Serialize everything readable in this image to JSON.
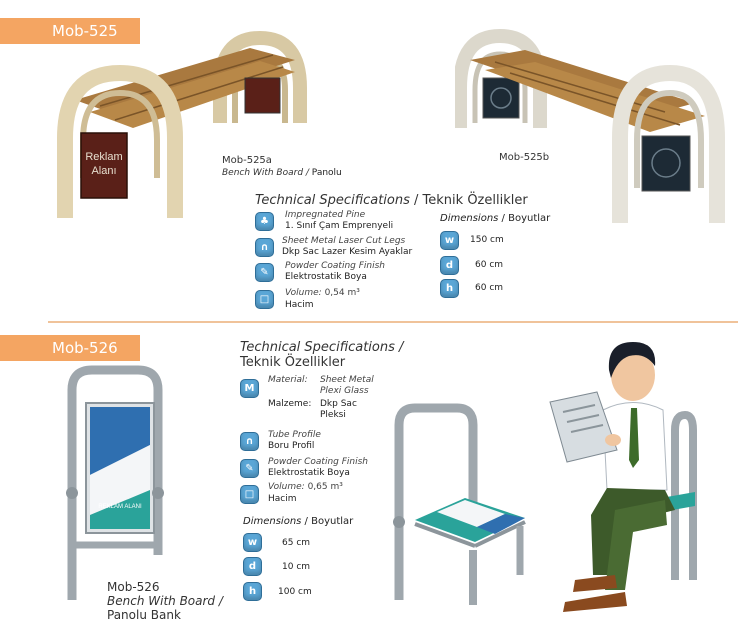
{
  "sections": [
    {
      "code": "Mob-525",
      "variant_a": {
        "code": "Mob-525a",
        "desc_en": "Bench With Board",
        "desc_sep": " / ",
        "desc_tr": "Panolu",
        "board_text": "Reklam Alanı"
      },
      "variant_b": {
        "code": "Mob-525b"
      },
      "specs_title_en": "Technical Specifications",
      "specs_title_sep": " / ",
      "specs_title_tr": "Teknik Özellikler",
      "specs": [
        {
          "icon": "pine-icon",
          "glyph": "♣",
          "en": "Impregnated Pine",
          "tr": "1. Sınıf Çam Emprenyeli"
        },
        {
          "icon": "legs-icon",
          "glyph": "∩",
          "en": "Sheet Metal Laser Cut Legs",
          "tr": "Dkp Sac Lazer Kesim Ayaklar"
        },
        {
          "icon": "paint-icon",
          "glyph": "✎",
          "en": "Powder Coating Finish",
          "tr": "Elektrostatik Boya"
        },
        {
          "icon": "volume-icon",
          "glyph": "□",
          "en": "Volume:",
          "value": "0,54 m³",
          "tr": "Hacim"
        }
      ],
      "dimensions_en": "Dimensions",
      "dimensions_sep": " / ",
      "dimensions_tr": "Boyutlar",
      "dimensions": [
        {
          "letter": "w",
          "value": "150 cm"
        },
        {
          "letter": "d",
          "value": "60 cm"
        },
        {
          "letter": "h",
          "value": "60 cm"
        }
      ]
    },
    {
      "code": "Mob-526",
      "specs_title_en": "Technical Specifications /",
      "specs_title_tr": "Teknik Özellikler",
      "material": {
        "icon": "material-icon",
        "glyph": "M",
        "label_en": "Material:",
        "value_en_1": "Sheet Metal",
        "value_en_2": "Plexi Glass",
        "label_tr": "Malzeme:",
        "value_tr_1": "Dkp Sac",
        "value_tr_2": "Pleksi"
      },
      "specs": [
        {
          "icon": "tube-icon",
          "glyph": "∩",
          "en": "Tube Profile",
          "tr": "Boru Profil"
        },
        {
          "icon": "paint-icon",
          "glyph": "✎",
          "en": "Powder Coating Finish",
          "tr": "Elektrostatik Boya"
        },
        {
          "icon": "volume-icon",
          "glyph": "□",
          "en": "Volume:",
          "value": "0,65 m³",
          "tr": "Hacim"
        }
      ],
      "dimensions_en": "Dimensions",
      "dimensions_sep": " / ",
      "dimensions_tr": "Boyutlar",
      "dimensions": [
        {
          "letter": "w",
          "value": "65 cm"
        },
        {
          "letter": "d",
          "value": "10 cm"
        },
        {
          "letter": "h",
          "value": "100 cm"
        }
      ],
      "caption": {
        "code": "Mob-526",
        "desc_en": "Bench With Board /",
        "desc_tr": "Panolu Bank"
      },
      "board_text": "REKLAM ALANI"
    }
  ],
  "colors": {
    "tag": "#f4a562",
    "wood": "#a9793f",
    "frame": "#d8c9a4",
    "icon": "#5aa6d6",
    "steel": "#9fa7ad"
  }
}
